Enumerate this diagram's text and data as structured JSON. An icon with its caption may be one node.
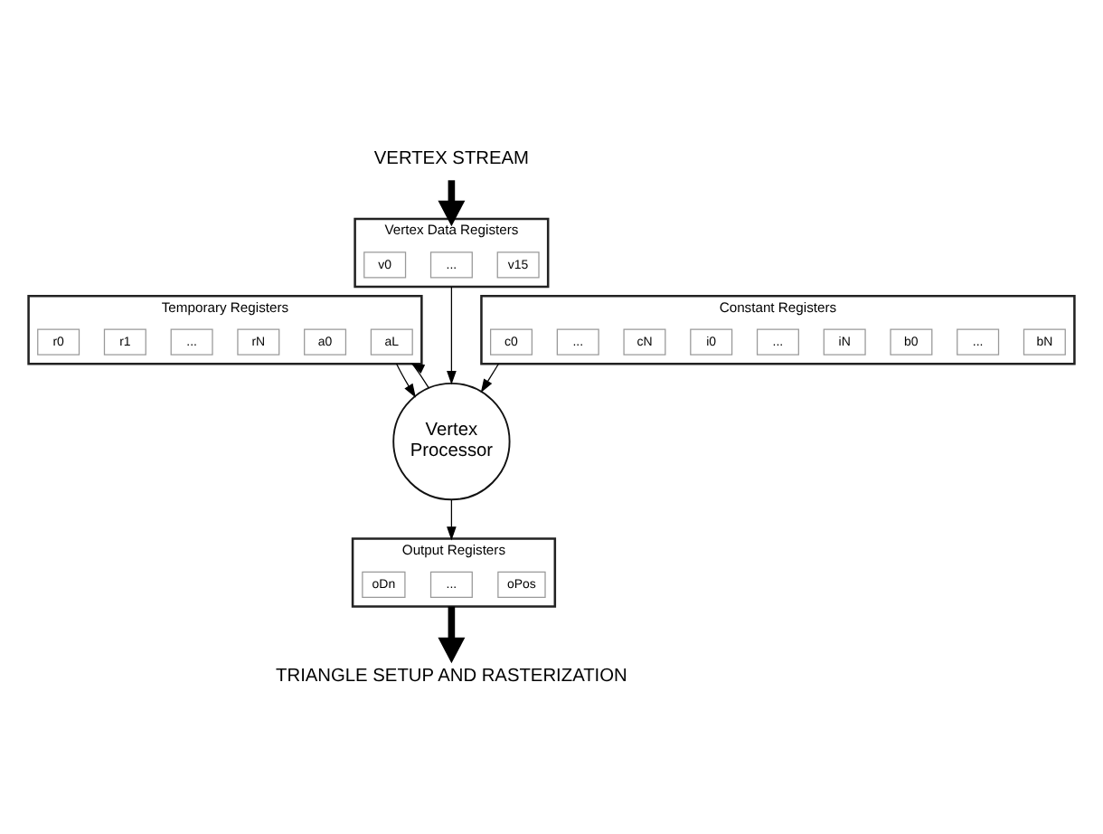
{
  "diagram": {
    "nodes": [
      {
        "text": [
          "VERTEX STREAM"
        ]
      },
      {
        "text": [
          "Vertex Data Registers"
        ]
      },
      {
        "text": [
          "v0"
        ],
        "in": 1
      },
      {
        "text": [
          "..."
        ],
        "in": 1
      },
      {
        "text": [
          "v15"
        ],
        "in": 1
      },
      {
        "text": [
          "Temporary Registers"
        ]
      },
      {
        "text": [
          "r0"
        ],
        "in": 5
      },
      {
        "text": [
          "r1"
        ],
        "in": 5
      },
      {
        "text": [
          "..."
        ],
        "in": 5
      },
      {
        "text": [
          "rN"
        ],
        "in": 5
      },
      {
        "text": [
          "a0"
        ],
        "in": 5
      },
      {
        "text": [
          "aL"
        ],
        "in": 5
      },
      {
        "text": [
          "Vertex Processor"
        ]
      },
      {
        "text": [
          "Constant Registers"
        ]
      },
      {
        "text": [
          "c0"
        ],
        "in": 13
      },
      {
        "text": [
          "..."
        ],
        "in": 13
      },
      {
        "text": [
          "cN"
        ],
        "in": 13
      },
      {
        "text": [
          "i0"
        ],
        "in": 13
      },
      {
        "text": [
          "..."
        ],
        "in": 13
      },
      {
        "text": [
          "iN"
        ],
        "in": 13
      },
      {
        "text": [
          "b0"
        ],
        "in": 13
      },
      {
        "text": [
          "..."
        ],
        "in": 13
      },
      {
        "text": [
          "bN"
        ],
        "in": 13
      },
      {
        "text": [
          "Output Registers"
        ]
      },
      {
        "text": [
          "oDn"
        ],
        "in": 23
      },
      {
        "text": [
          "..."
        ],
        "in": 23
      },
      {
        "text": [
          "oPos"
        ],
        "in": 23
      },
      {
        "text": [
          "TRIANGLE SETUP AND RASTERIZATION"
        ]
      }
    ],
    "edges": [
      {
        "from": 0,
        "to": 1,
        "arrow": "to",
        "style": "thick"
      },
      {
        "from": 1,
        "to": 12,
        "arrow": "to"
      },
      {
        "from": 5,
        "to": 12,
        "arrow": "to"
      },
      {
        "from": 12,
        "to": 5,
        "arrow": "to"
      },
      {
        "from": 13,
        "to": 12,
        "arrow": "to"
      },
      {
        "from": 12,
        "to": 23,
        "arrow": "to"
      },
      {
        "from": 23,
        "to": 27,
        "arrow": "to",
        "style": "thick"
      }
    ]
  }
}
